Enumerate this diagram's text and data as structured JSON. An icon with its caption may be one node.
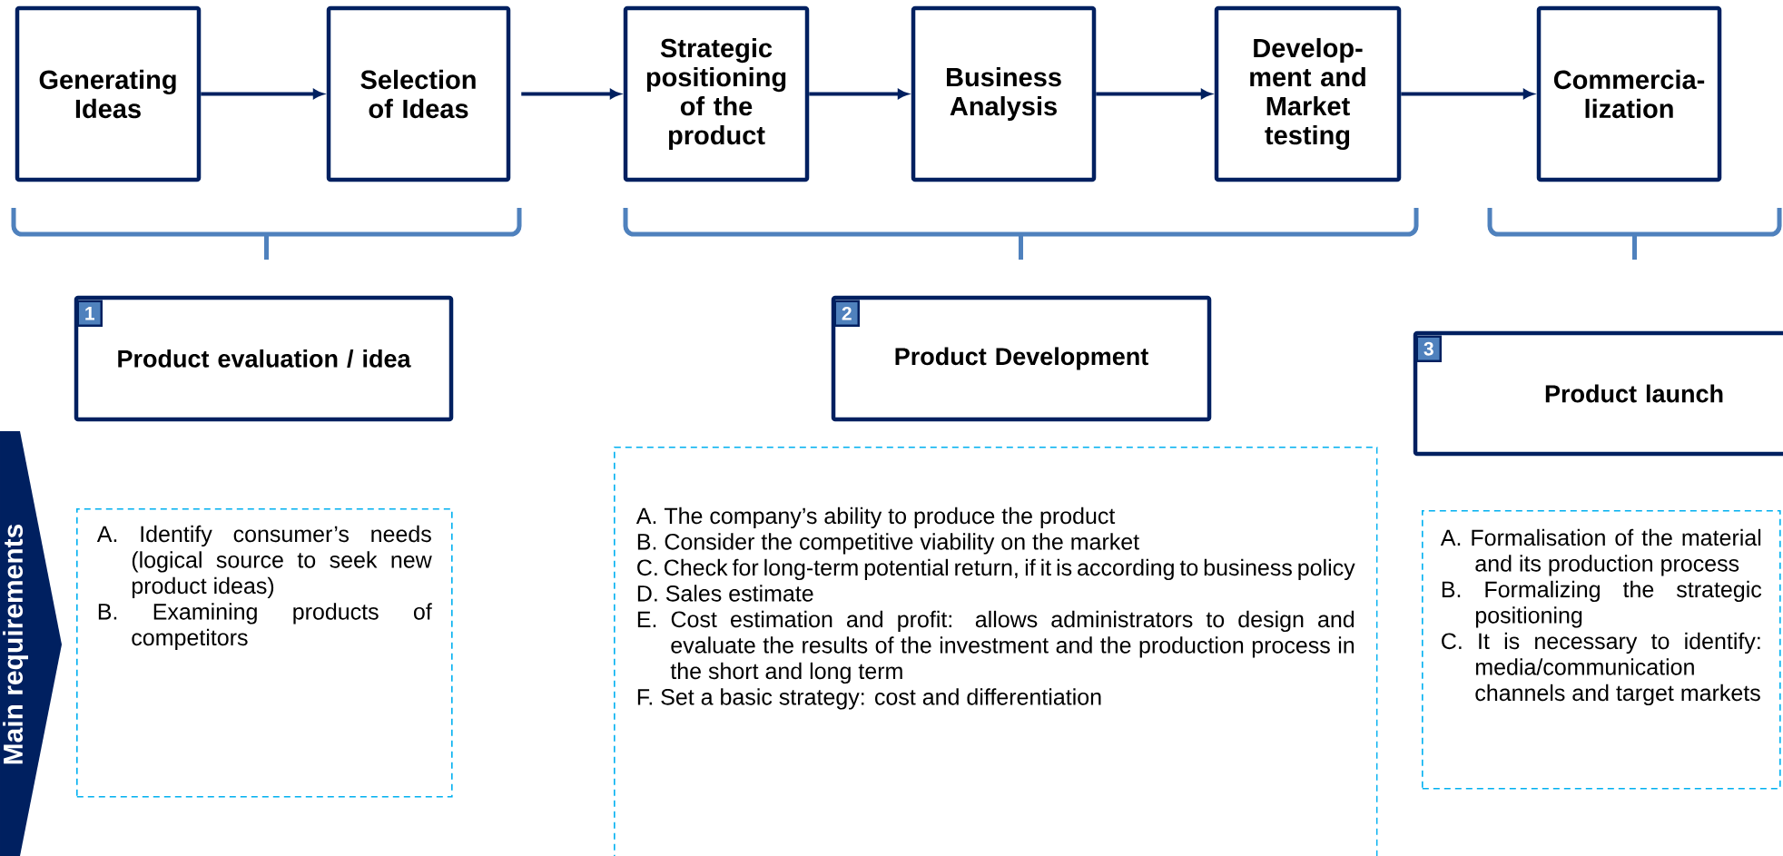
{
  "diagram": {
    "nodes": [
      {
        "text": [
          "Generating Ideas"
        ]
      },
      {
        "text": [
          "Selection of Ideas"
        ]
      },
      {
        "text": [
          "Strategic positioning of the product"
        ]
      },
      {
        "text": [
          "Business Analysis"
        ]
      },
      {
        "text": [
          "Develop- ment and Market testing"
        ]
      },
      {
        "text": [
          "Commercia- lization"
        ]
      },
      {
        "text": [
          "Product evaluation / idea"
        ]
      },
      {
        "text": [
          "1"
        ],
        "in": 6
      },
      {
        "text": [
          "Product Development"
        ]
      },
      {
        "text": [
          "2"
        ],
        "in": 8
      },
      {
        "text": [
          "Product launch"
        ]
      },
      {
        "text": [
          "3"
        ],
        "in": 10
      },
      {
        "text": [
          "Main requirements"
        ]
      },
      {
        "text": [
          "A. Identify consumer’s needs (logical source to seek new product ideas)",
          "B. Examining products of competitors"
        ]
      },
      {
        "text": [
          "A. The company’s ability to produce the product",
          "B. Consider the competitive viability on the market",
          "C. Check for long-term potential return, if it is according to business policy",
          "D. Sales estimate",
          "E. Cost estimation and profit: allows administrators to design and evaluate the results of the investment and the production process in the short and long term",
          "F. Set a basic strategy: cost and differentiation"
        ]
      },
      {
        "text": [
          "A. Formalisation of the material and its production process",
          "B. Formalizing the strategic positioning",
          "C. It is necessary to identify: media/communication channels and target markets"
        ]
      }
    ],
    "edges": [
      {
        "from": 0,
        "to": 1,
        "arrow": "to"
      },
      {
        "from": 1,
        "to": 2,
        "arrow": "to"
      },
      {
        "from": 2,
        "to": 3,
        "arrow": "to"
      },
      {
        "from": 3,
        "to": 4,
        "arrow": "to"
      },
      {
        "from": 4,
        "to": 5,
        "arrow": "to"
      }
    ]
  }
}
